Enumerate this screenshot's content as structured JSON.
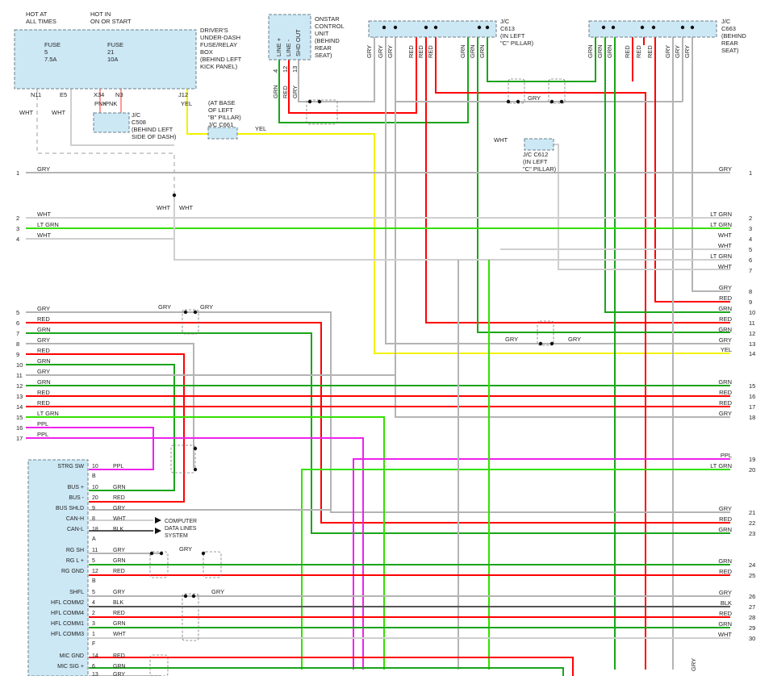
{
  "colors": {
    "GRY": "#b4b4b4",
    "WHT": "#cfcfcf",
    "LT GRN": "#33e000",
    "GRN": "#1aa51a",
    "RED": "#ff0000",
    "YEL": "#f2f200",
    "PPL": "#ee22ee",
    "BLK": "#555555",
    "PNK": "#ff9999",
    "box_fill": "#cde8f5",
    "box_stroke": "#6a7f8c"
  },
  "fuse_box": {
    "hot_at_all_times": "HOT AT\nALL TIMES",
    "hot_in_on_or_start": "HOT IN\nON OR START",
    "fuse_a": "FUSE\n5\n7.5A",
    "fuse_b": "FUSE\n21\n10A",
    "description": "DRIVER'S\nUNDER-DASH\nFUSE/RELAY\nBOX\n(BEHIND LEFT\nKICK PANEL)",
    "pins": [
      "N11",
      "E5",
      "X34",
      "N3",
      "J12"
    ],
    "pin_colors": [
      "WHT",
      "WHT",
      "PNK",
      "PNK",
      "YEL"
    ]
  },
  "junctions": {
    "c508": "J/C\nC508\n(BEHIND LEFT\nSIDE OF DASH)",
    "c661": "(AT BASE\nOF LEFT\n\"B\" PILLAR)\nJ/C C661",
    "c613": "J/C\nC613\n(IN LEFT\n\"C\" PILLAR)",
    "c663": "J/C\nC663\n(BEHIND\nREAR\nSEAT)",
    "c612": "J/C C612\n(IN LEFT\n\"C\" PILLAR)"
  },
  "onstar": {
    "title": "ONSTAR\nCONTROL\nUNIT\n(BEHIND\nREAR\nSEAT)",
    "pins": [
      "LINE +",
      "LINE -",
      "SHD OUT"
    ],
    "pin_numbers": [
      "4",
      "12",
      "13"
    ],
    "wire_colors": [
      "GRN",
      "RED",
      "GRY"
    ]
  },
  "left_wires": [
    {
      "n": "1",
      "c": "GRY"
    },
    {
      "n": "2",
      "c": "WHT"
    },
    {
      "n": "3",
      "c": "LT GRN"
    },
    {
      "n": "4",
      "c": "WHT"
    },
    {
      "n": "5",
      "c": "GRY"
    },
    {
      "n": "6",
      "c": "RED"
    },
    {
      "n": "7",
      "c": "GRN"
    },
    {
      "n": "8",
      "c": "GRY"
    },
    {
      "n": "9",
      "c": "RED"
    },
    {
      "n": "10",
      "c": "GRN"
    },
    {
      "n": "11",
      "c": "GRY"
    },
    {
      "n": "12",
      "c": "GRN"
    },
    {
      "n": "13",
      "c": "RED"
    },
    {
      "n": "14",
      "c": "RED"
    },
    {
      "n": "15",
      "c": "LT GRN"
    },
    {
      "n": "16",
      "c": "PPL"
    },
    {
      "n": "17",
      "c": "PPL"
    }
  ],
  "right_wires": [
    {
      "n": "1",
      "c": "GRY"
    },
    {
      "n": "2",
      "c": "LT GRN"
    },
    {
      "n": "3",
      "c": "LT GRN"
    },
    {
      "n": "4",
      "c": "WHT"
    },
    {
      "n": "5",
      "c": "WHT"
    },
    {
      "n": "6",
      "c": "LT GRN"
    },
    {
      "n": "7",
      "c": "WHT"
    },
    {
      "n": "8",
      "c": "GRY"
    },
    {
      "n": "9",
      "c": "RED"
    },
    {
      "n": "10",
      "c": "GRN"
    },
    {
      "n": "11",
      "c": "RED"
    },
    {
      "n": "12",
      "c": "GRN"
    },
    {
      "n": "13",
      "c": "GRY"
    },
    {
      "n": "14",
      "c": "YEL"
    },
    {
      "n": "15",
      "c": "GRN"
    },
    {
      "n": "16",
      "c": "RED"
    },
    {
      "n": "17",
      "c": "RED"
    },
    {
      "n": "18",
      "c": "GRY"
    },
    {
      "n": "19",
      "c": "PPL"
    },
    {
      "n": "20",
      "c": "LT GRN"
    },
    {
      "n": "21",
      "c": "GRY"
    },
    {
      "n": "22",
      "c": "RED"
    },
    {
      "n": "23",
      "c": "GRN"
    },
    {
      "n": "24",
      "c": "GRN"
    },
    {
      "n": "25",
      "c": "RED"
    },
    {
      "n": "26",
      "c": "GRY"
    },
    {
      "n": "27",
      "c": "BLK"
    },
    {
      "n": "28",
      "c": "RED"
    },
    {
      "n": "29",
      "c": "GRN"
    },
    {
      "n": "30",
      "c": "WHT"
    }
  ],
  "radio_pins": [
    {
      "label": "STRG SW",
      "pin": "10",
      "c": "PPL"
    },
    {
      "label": "",
      "pin": "B",
      "c": ""
    },
    {
      "label": "BUS +",
      "pin": "10",
      "c": "GRN"
    },
    {
      "label": "BUS -",
      "pin": "20",
      "c": "RED"
    },
    {
      "label": "BUS SHLD",
      "pin": "9",
      "c": "GRY"
    },
    {
      "label": "CAN-H",
      "pin": "8",
      "c": "WHT"
    },
    {
      "label": "CAN-L",
      "pin": "18",
      "c": "BLK"
    },
    {
      "label": "",
      "pin": "A",
      "c": ""
    },
    {
      "label": "RG SH",
      "pin": "11",
      "c": "GRY"
    },
    {
      "label": "RG L +",
      "pin": "5",
      "c": "GRN"
    },
    {
      "label": "RG GND",
      "pin": "12",
      "c": "RED"
    },
    {
      "label": "",
      "pin": "B",
      "c": ""
    },
    {
      "label": "SHFL",
      "pin": "5",
      "c": "GRY"
    },
    {
      "label": "HFL COMM2",
      "pin": "4",
      "c": "BLK"
    },
    {
      "label": "HFL COMM4",
      "pin": "2",
      "c": "RED"
    },
    {
      "label": "HFL COMM1",
      "pin": "3",
      "c": "GRN"
    },
    {
      "label": "HFL COMM3",
      "pin": "1",
      "c": "WHT"
    },
    {
      "label": "",
      "pin": "F",
      "c": ""
    },
    {
      "label": "MIC GND",
      "pin": "14",
      "c": "RED"
    },
    {
      "label": "MIC SIG +",
      "pin": "6",
      "c": "GRN"
    },
    {
      "label": "",
      "pin": "13",
      "c": "GRY"
    }
  ],
  "computer_data_lines": "COMPUTER\nDATA LINES\nSYSTEM",
  "labels": {
    "gry": "GRY",
    "wht": "WHT",
    "yel": "YEL",
    "grn": "GRN",
    "red": "RED"
  }
}
